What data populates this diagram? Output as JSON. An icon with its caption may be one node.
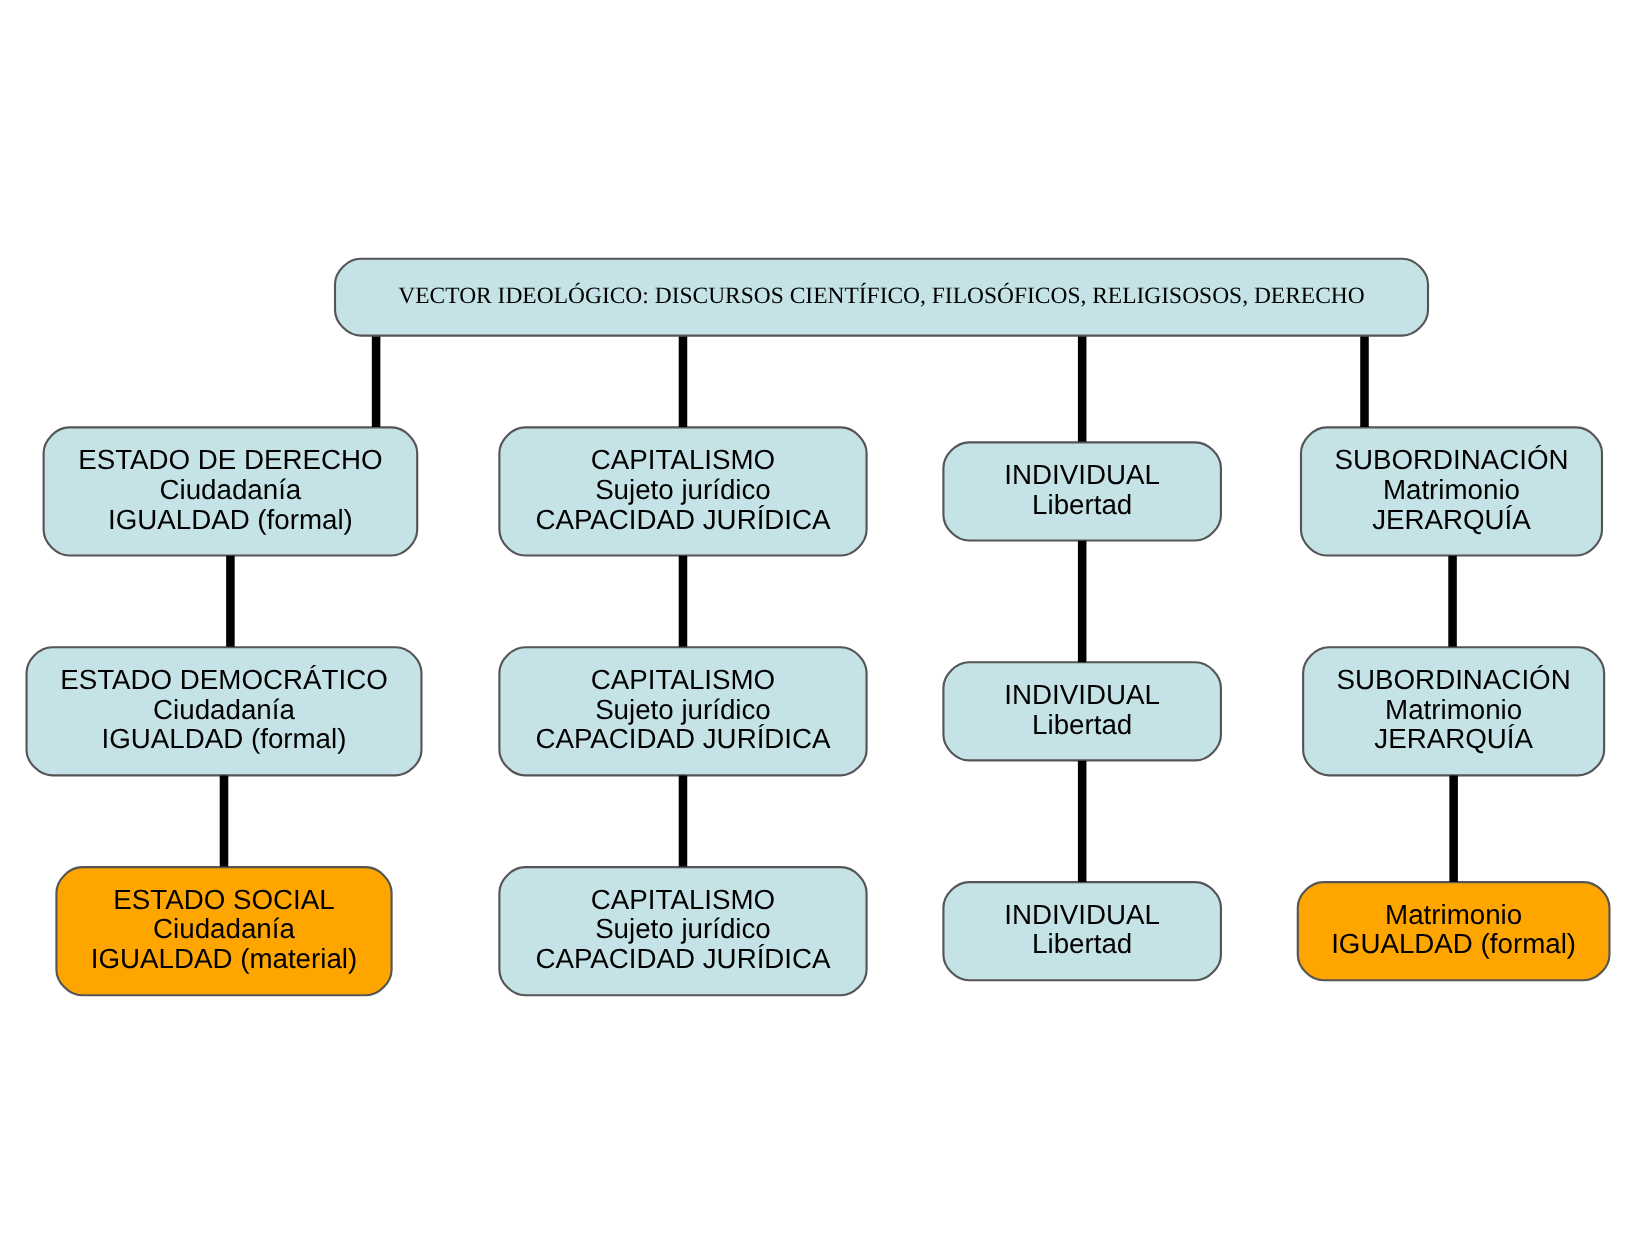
{
  "diagram": {
    "nodes": [
      {
        "text": [
          "VECTOR IDEOLÓGICO: DISCURSOS CIENTÍFICO, FILOSÓFICOS, RELIGISOSOS, DERECHO"
        ]
      },
      {
        "text": [
          "ESTADO DE DERECHO",
          "Ciudadanía",
          "IGUALDAD (formal)"
        ]
      },
      {
        "text": [
          "CAPITALISMO",
          "Sujeto jurídico",
          "CAPACIDAD JURÍDICA"
        ]
      },
      {
        "text": [
          "INDIVIDUAL",
          "Libertad"
        ]
      },
      {
        "text": [
          "SUBORDINACIÓN",
          "Matrimonio",
          "JERARQUÍA"
        ]
      },
      {
        "text": [
          "ESTADO DEMOCRÁTICO",
          "Ciudadanía",
          "IGUALDAD (formal)"
        ]
      },
      {
        "text": [
          "CAPITALISMO",
          "Sujeto jurídico",
          "CAPACIDAD JURÍDICA"
        ]
      },
      {
        "text": [
          "INDIVIDUAL",
          "Libertad"
        ]
      },
      {
        "text": [
          "SUBORDINACIÓN",
          "Matrimonio",
          "JERARQUÍA"
        ]
      },
      {
        "text": [
          "ESTADO SOCIAL",
          "Ciudadanía",
          "IGUALDAD (material)"
        ]
      },
      {
        "text": [
          "CAPITALISMO",
          "Sujeto jurídico",
          "CAPACIDAD JURÍDICA"
        ]
      },
      {
        "text": [
          "INDIVIDUAL",
          "Libertad"
        ]
      },
      {
        "text": [
          "Matrimonio",
          "IGUALDAD (formal)"
        ]
      }
    ],
    "edges": [
      {
        "from": 0,
        "to": 1,
        "arrow": "none"
      },
      {
        "from": 0,
        "to": 2,
        "arrow": "none"
      },
      {
        "from": 0,
        "to": 3,
        "arrow": "none"
      },
      {
        "from": 0,
        "to": 4,
        "arrow": "none"
      },
      {
        "from": 1,
        "to": 5,
        "arrow": "none"
      },
      {
        "from": 2,
        "to": 6,
        "arrow": "none"
      },
      {
        "from": 3,
        "to": 7,
        "arrow": "none"
      },
      {
        "from": 4,
        "to": 8,
        "arrow": "none"
      },
      {
        "from": 5,
        "to": 9,
        "arrow": "none"
      },
      {
        "from": 6,
        "to": 10,
        "arrow": "none"
      },
      {
        "from": 7,
        "to": 11,
        "arrow": "none"
      },
      {
        "from": 8,
        "to": 12,
        "arrow": "none"
      }
    ]
  }
}
